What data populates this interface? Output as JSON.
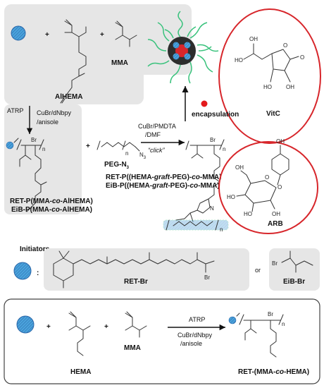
{
  "colors": {
    "panel_fill": "#e6e6e6",
    "ellipse_stroke": "#d7262b",
    "encapsulation_dot": "#e3191c",
    "bead_fill": "#4aa3dc",
    "bead_pattern": "#2a66a8",
    "peg_chain": "#39c27c",
    "text": "#111111"
  },
  "icons": [
    "initiator-bead-icon",
    "micelle-icon",
    "encapsulation-dot-icon"
  ],
  "top_panel": {
    "plus1": "+",
    "plus2": "+",
    "monomer_right": "MMA",
    "monomer_left": "AlHEMA"
  },
  "step1": {
    "method": "ATRP",
    "reagents_line1": "CuBr/dNbpy",
    "reagents_line2": "/anisole"
  },
  "step2": {
    "plus": "+",
    "reagent": "PEG-N",
    "reagent_sub": "3",
    "catalyst_line1": "CuBr/PMDTA",
    "catalyst_line2": "/DMF",
    "click": "“click”"
  },
  "encapsulation": {
    "label": "encapsulation"
  },
  "molecules": {
    "vitc": "VitC",
    "arb": "ARB",
    "vitc_atoms": [
      "HO",
      "OH",
      "O",
      "O",
      "HO",
      "OH"
    ],
    "arb_atoms": [
      "OH",
      "OH",
      "HO",
      "O",
      "O",
      "HO",
      "OH"
    ]
  },
  "products": {
    "left_line1_pre": "RET-P(MMA-",
    "left_line1_co": "co",
    "left_line1_post": "-AlHEMA)",
    "left_line2_pre": "EiB-P(MMA-",
    "left_line2_co": "co",
    "left_line2_post": "-AlHEMA)",
    "right_line1_pre": "RET-P((HEMA-",
    "right_line1_graft": "graft",
    "right_line1_mid": "-PEG)-",
    "right_line1_co": "co",
    "right_line1_post": "-MMA)",
    "right_line2_pre": "EiB-P((HEMA-",
    "right_line2_graft": "graft",
    "right_line2_mid": "-PEG)-",
    "right_line2_co": "co",
    "right_line2_post": "-MMA)"
  },
  "atom_labels": {
    "br": "Br",
    "n": "n",
    "n3": "N",
    "n3_sub": "3",
    "triazole_n": "N"
  },
  "initiators": {
    "title": "Initiators",
    "colon": ":",
    "ret": "RET-Br",
    "or": "or",
    "eib": "EiB-Br",
    "ret_br": "Br",
    "eib_br": "Br"
  },
  "bottom_panel": {
    "plus1": "+",
    "plus2": "+",
    "monomer1": "HEMA",
    "monomer2": "MMA",
    "method": "ATRP",
    "reagents_line1": "CuBr/dNbpy",
    "reagents_line2": "/anisole",
    "product_pre": "RET-(MMA-",
    "product_co": "co",
    "product_post": "-HEMA)",
    "br": "Br",
    "n": "n"
  }
}
